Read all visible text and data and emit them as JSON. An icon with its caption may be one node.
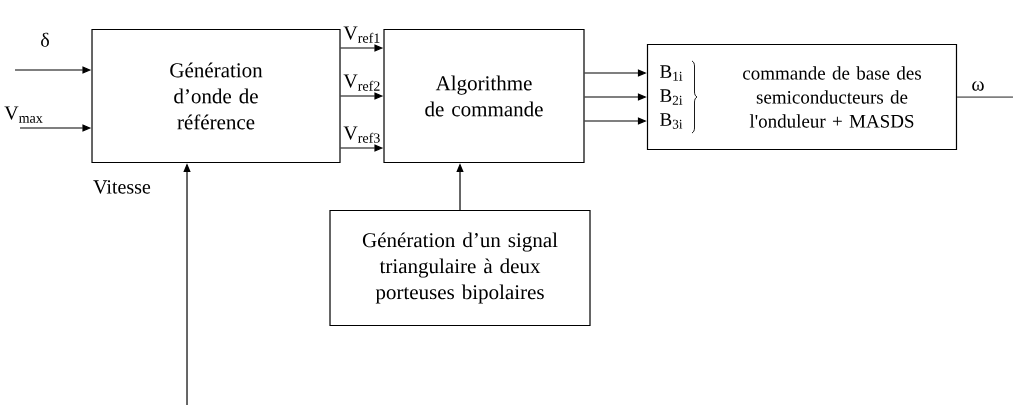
{
  "diagram": {
    "nodes": [
      {
        "text": [
          "Génération d’onde de référence"
        ]
      },
      {
        "text": [
          "Algorithme de commande"
        ]
      },
      {
        "text": [
          "Génération d’un signal triangulaire à deux porteuses bipolaires"
        ]
      },
      {
        "text": [
          "B$_{1i}$",
          "B$_{2i}$",
          "B$_{3i}$",
          "commande de base des semiconducteurs de l'onduleur + MASDS"
        ]
      }
    ],
    "edges": [
      {
        "from": null,
        "to": 0,
        "arrow": "to",
        "label": "δ"
      },
      {
        "from": null,
        "to": 0,
        "arrow": "to",
        "label": "V$_{max}$"
      },
      {
        "from": 0,
        "to": 1,
        "arrow": "to",
        "label": "V$_{ref1}$"
      },
      {
        "from": 0,
        "to": 1,
        "arrow": "to",
        "label": "V$_{ref2}$"
      },
      {
        "from": 0,
        "to": 1,
        "arrow": "to",
        "label": "V$_{ref3}$"
      },
      {
        "from": null,
        "to": 0,
        "arrow": "to",
        "label": "Vitesse"
      },
      {
        "from": 2,
        "to": 1,
        "arrow": "to"
      },
      {
        "from": 1,
        "to": 3,
        "arrow": "to"
      },
      {
        "from": 1,
        "to": 3,
        "arrow": "to"
      },
      {
        "from": 1,
        "to": 3,
        "arrow": "to"
      },
      {
        "from": 3,
        "to": null,
        "arrow": "none",
        "label": "ω"
      }
    ]
  }
}
